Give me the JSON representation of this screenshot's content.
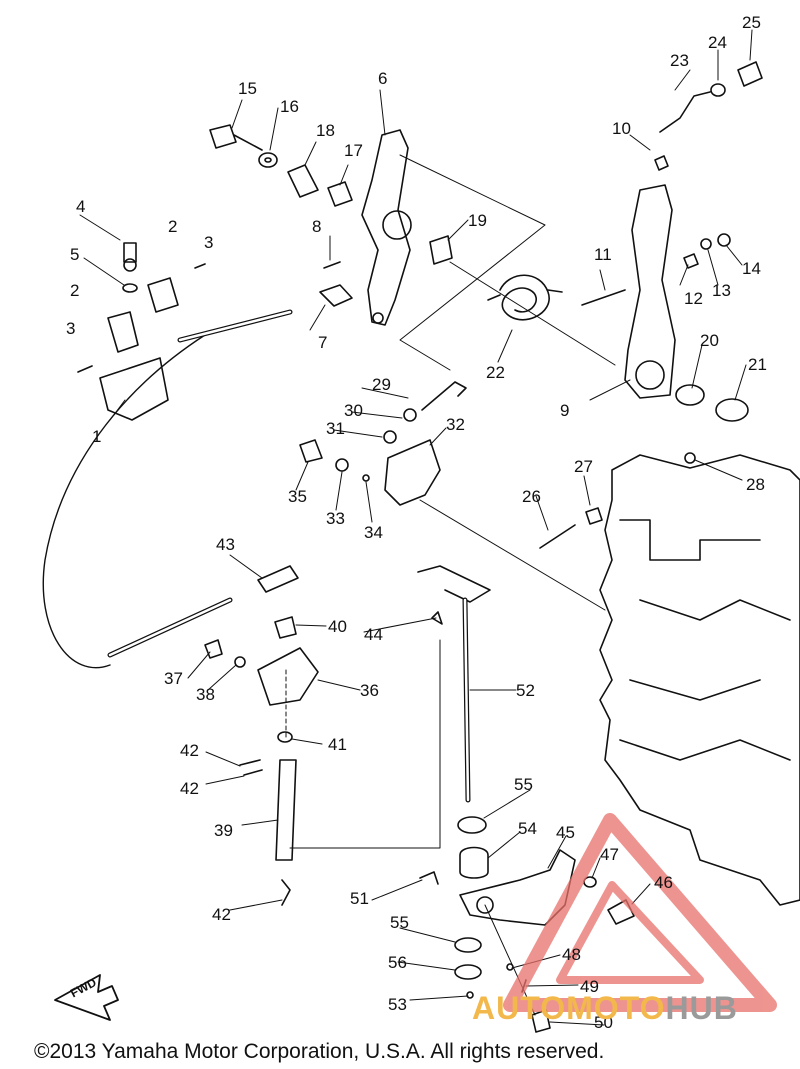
{
  "callouts": [
    {
      "id": "1",
      "text": "1"
    },
    {
      "id": "2a",
      "text": "2"
    },
    {
      "id": "2b",
      "text": "2"
    },
    {
      "id": "3a",
      "text": "3"
    },
    {
      "id": "3b",
      "text": "3"
    },
    {
      "id": "4",
      "text": "4"
    },
    {
      "id": "5",
      "text": "5"
    },
    {
      "id": "6",
      "text": "6"
    },
    {
      "id": "7",
      "text": "7"
    },
    {
      "id": "8",
      "text": "8"
    },
    {
      "id": "9",
      "text": "9"
    },
    {
      "id": "10",
      "text": "10"
    },
    {
      "id": "11",
      "text": "11"
    },
    {
      "id": "12",
      "text": "12"
    },
    {
      "id": "13",
      "text": "13"
    },
    {
      "id": "14",
      "text": "14"
    },
    {
      "id": "15",
      "text": "15"
    },
    {
      "id": "16",
      "text": "16"
    },
    {
      "id": "17",
      "text": "17"
    },
    {
      "id": "18",
      "text": "18"
    },
    {
      "id": "19",
      "text": "19"
    },
    {
      "id": "20",
      "text": "20"
    },
    {
      "id": "21",
      "text": "21"
    },
    {
      "id": "22",
      "text": "22"
    },
    {
      "id": "23",
      "text": "23"
    },
    {
      "id": "24",
      "text": "24"
    },
    {
      "id": "25",
      "text": "25"
    },
    {
      "id": "26",
      "text": "26"
    },
    {
      "id": "27",
      "text": "27"
    },
    {
      "id": "28",
      "text": "28"
    },
    {
      "id": "29",
      "text": "29"
    },
    {
      "id": "30",
      "text": "30"
    },
    {
      "id": "31",
      "text": "31"
    },
    {
      "id": "32",
      "text": "32"
    },
    {
      "id": "33",
      "text": "33"
    },
    {
      "id": "34",
      "text": "34"
    },
    {
      "id": "35",
      "text": "35"
    },
    {
      "id": "36",
      "text": "36"
    },
    {
      "id": "37",
      "text": "37"
    },
    {
      "id": "38",
      "text": "38"
    },
    {
      "id": "39",
      "text": "39"
    },
    {
      "id": "40",
      "text": "40"
    },
    {
      "id": "41",
      "text": "41"
    },
    {
      "id": "42a",
      "text": "42"
    },
    {
      "id": "42b",
      "text": "42"
    },
    {
      "id": "42c",
      "text": "42"
    },
    {
      "id": "43",
      "text": "43"
    },
    {
      "id": "44",
      "text": "44"
    },
    {
      "id": "45",
      "text": "45"
    },
    {
      "id": "46",
      "text": "46"
    },
    {
      "id": "47",
      "text": "47"
    },
    {
      "id": "48",
      "text": "48"
    },
    {
      "id": "49",
      "text": "49"
    },
    {
      "id": "50",
      "text": "50"
    },
    {
      "id": "51",
      "text": "51"
    },
    {
      "id": "52",
      "text": "52"
    },
    {
      "id": "53",
      "text": "53"
    },
    {
      "id": "54",
      "text": "54"
    },
    {
      "id": "55a",
      "text": "55"
    },
    {
      "id": "55b",
      "text": "55"
    },
    {
      "id": "56",
      "text": "56"
    }
  ],
  "fwd_label": "FWD",
  "copyright": "©2013 Yamaha Motor Corporation, U.S.A. All rights reserved.",
  "watermark": {
    "part1": "AUTOMOTO",
    "part2": "HUB"
  },
  "colors": {
    "ink": "#111111",
    "watermark_red": "#e8716b",
    "watermark_orange": "#f2b84b",
    "watermark_gray": "#9a9a9a"
  }
}
